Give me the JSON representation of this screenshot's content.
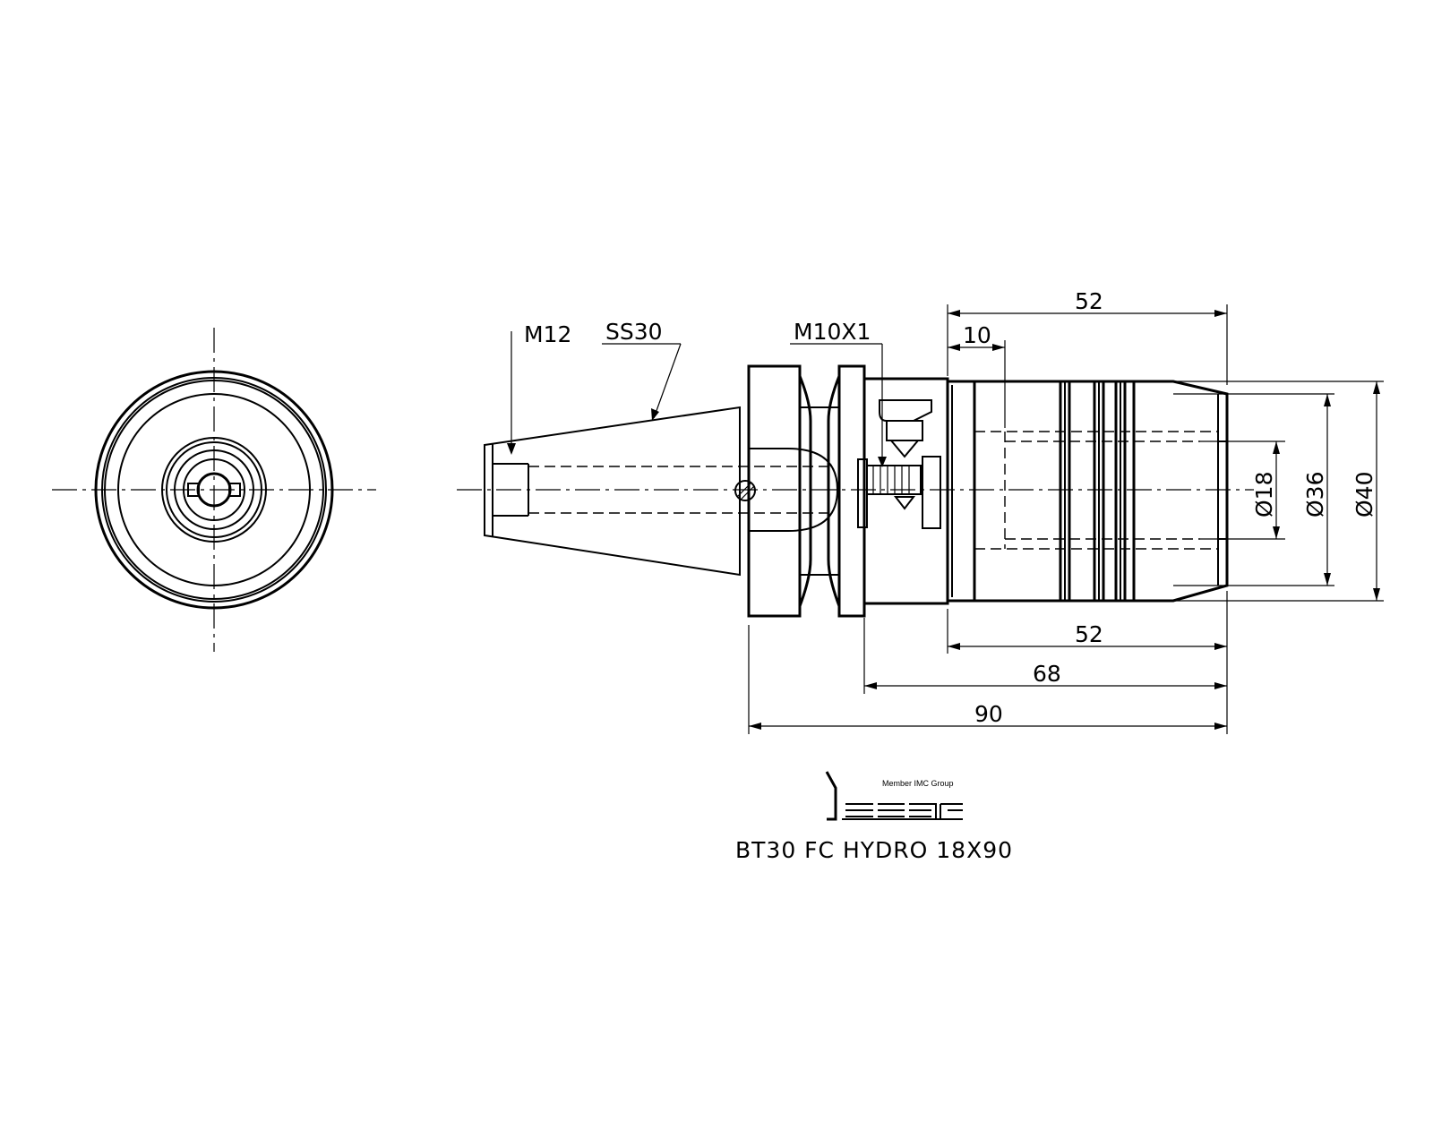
{
  "labels": {
    "thread_rear": "M12",
    "taper": "SS30",
    "thread_side": "M10X1"
  },
  "dimensions": {
    "length_52_top": "52",
    "length_10": "10",
    "length_52_bottom": "52",
    "length_68": "68",
    "length_90": "90",
    "dia_18": "Ø18",
    "dia_36": "Ø36",
    "dia_40": "Ø40"
  },
  "logo": {
    "tagline": "Member IMC Group",
    "brand": "iscar"
  },
  "title": "BT30 FC HYDRO 18X90"
}
